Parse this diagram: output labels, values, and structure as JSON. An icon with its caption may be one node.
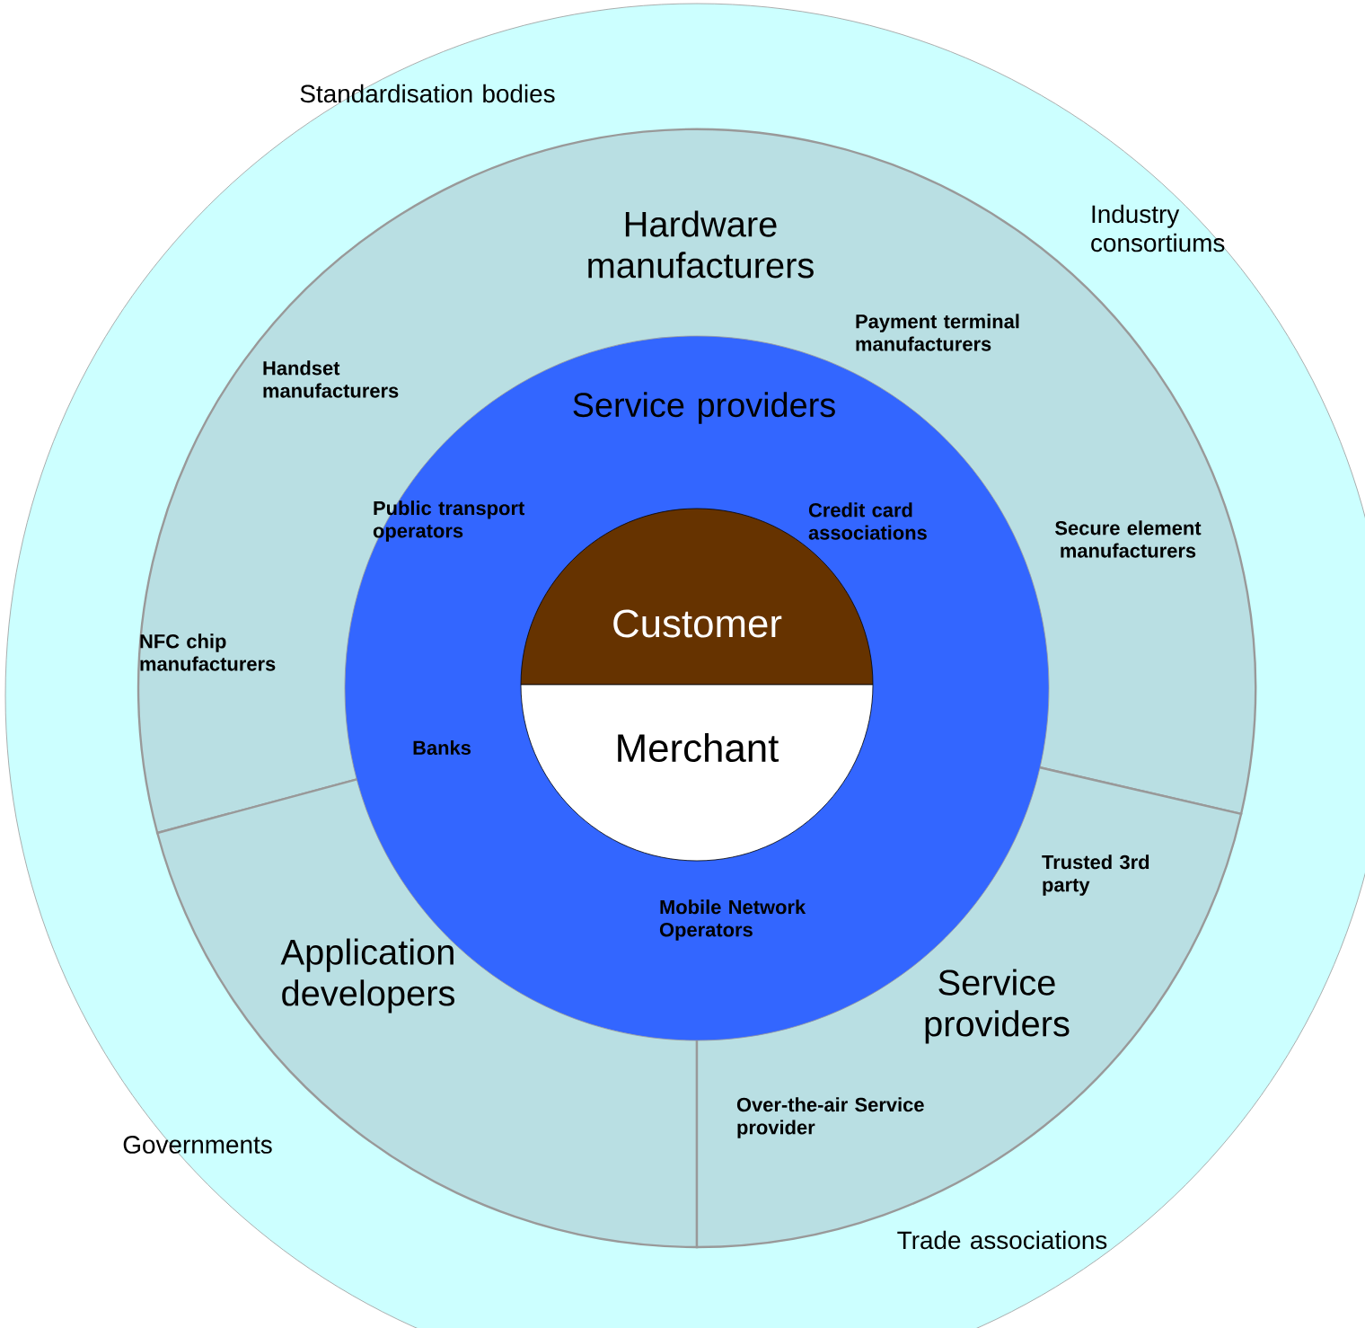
{
  "diagram": {
    "nodes": [
      {
        "text": [
          "Standardisation bodies",
          "Industry consortiums",
          "Governments",
          "Trade associations"
        ]
      },
      {
        "text": [
          "Hardware manufacturers",
          "Handset manufacturers",
          "Payment terminal manufacturers",
          "Secure element manufacturers",
          "NFC chip manufacturers"
        ],
        "in": 0
      },
      {
        "text": [
          "Application developers"
        ],
        "in": 0
      },
      {
        "text": [
          "Trusted 3rd party",
          "Service providers",
          "Over-the-air Service provider"
        ],
        "in": 0
      },
      {
        "text": [
          "Service providers",
          "Public transport operators",
          "Credit card associations",
          "Banks",
          "Mobile Network Operators"
        ],
        "in": 0
      },
      {
        "text": [
          "Customer"
        ],
        "in": 4
      },
      {
        "text": [
          "Merchant"
        ],
        "in": 4
      }
    ],
    "edges": []
  }
}
